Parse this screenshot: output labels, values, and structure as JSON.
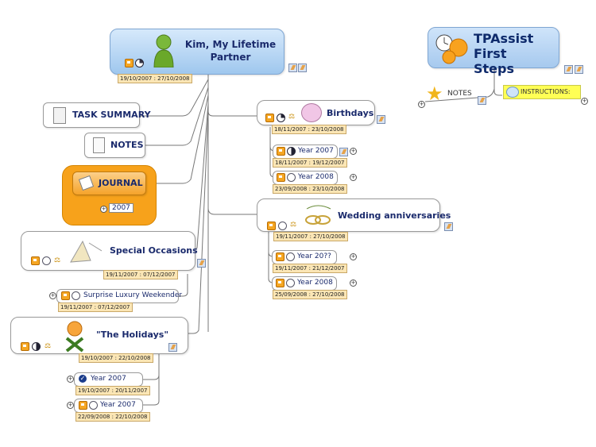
{
  "central": {
    "title": "Kim, My Lifetime Partner",
    "date": "19/10/2007 : 27/10/2008"
  },
  "tpassist": {
    "title": "TPAssist First Steps",
    "notes": "NOTES",
    "instructions": "INSTRUCTIONS:"
  },
  "left": {
    "task_summary": "TASK SUMMARY",
    "notes": "NOTES",
    "journal": "JOURNAL",
    "journal_year": "2007",
    "special_occasions": {
      "title": "Special Occasions",
      "date": "19/11/2007 : 07/12/2007"
    },
    "surprise": {
      "title": "Surprise Luxury Weekender",
      "date": "19/11/2007 : 07/12/2007"
    },
    "holidays": {
      "title": "\"The Holidays\"",
      "date": "19/10/2007 : 22/10/2008"
    },
    "holidays_items": [
      {
        "title": "Year 2007",
        "date": "19/10/2007 : 20/11/2007"
      },
      {
        "title": "Year 2007",
        "date": "22/09/2008 : 22/10/2008"
      }
    ]
  },
  "right": {
    "birthdays": {
      "title": "Birthdays",
      "date": "18/11/2007 : 23/10/2008"
    },
    "birthdays_items": [
      {
        "title": "Year 2007",
        "date": "18/11/2007 : 19/12/2007"
      },
      {
        "title": "Year 2008",
        "date": "23/09/2008 : 23/10/2008"
      }
    ],
    "wedding": {
      "title": "Wedding anniversaries",
      "date": "19/11/2007 : 27/10/2008"
    },
    "wedding_items": [
      {
        "title": "Year 20??",
        "date": "19/11/2007 : 21/12/2007"
      },
      {
        "title": "Year 2008",
        "date": "25/09/2008 : 27/10/2008"
      }
    ]
  },
  "colors": {
    "central_fill": "#b7d6f3",
    "journal_fill": "#f7a21b",
    "date_fill": "#fbe6b5",
    "topic_text": "#1a2a6c",
    "instructions_fill": "#ffff55"
  }
}
